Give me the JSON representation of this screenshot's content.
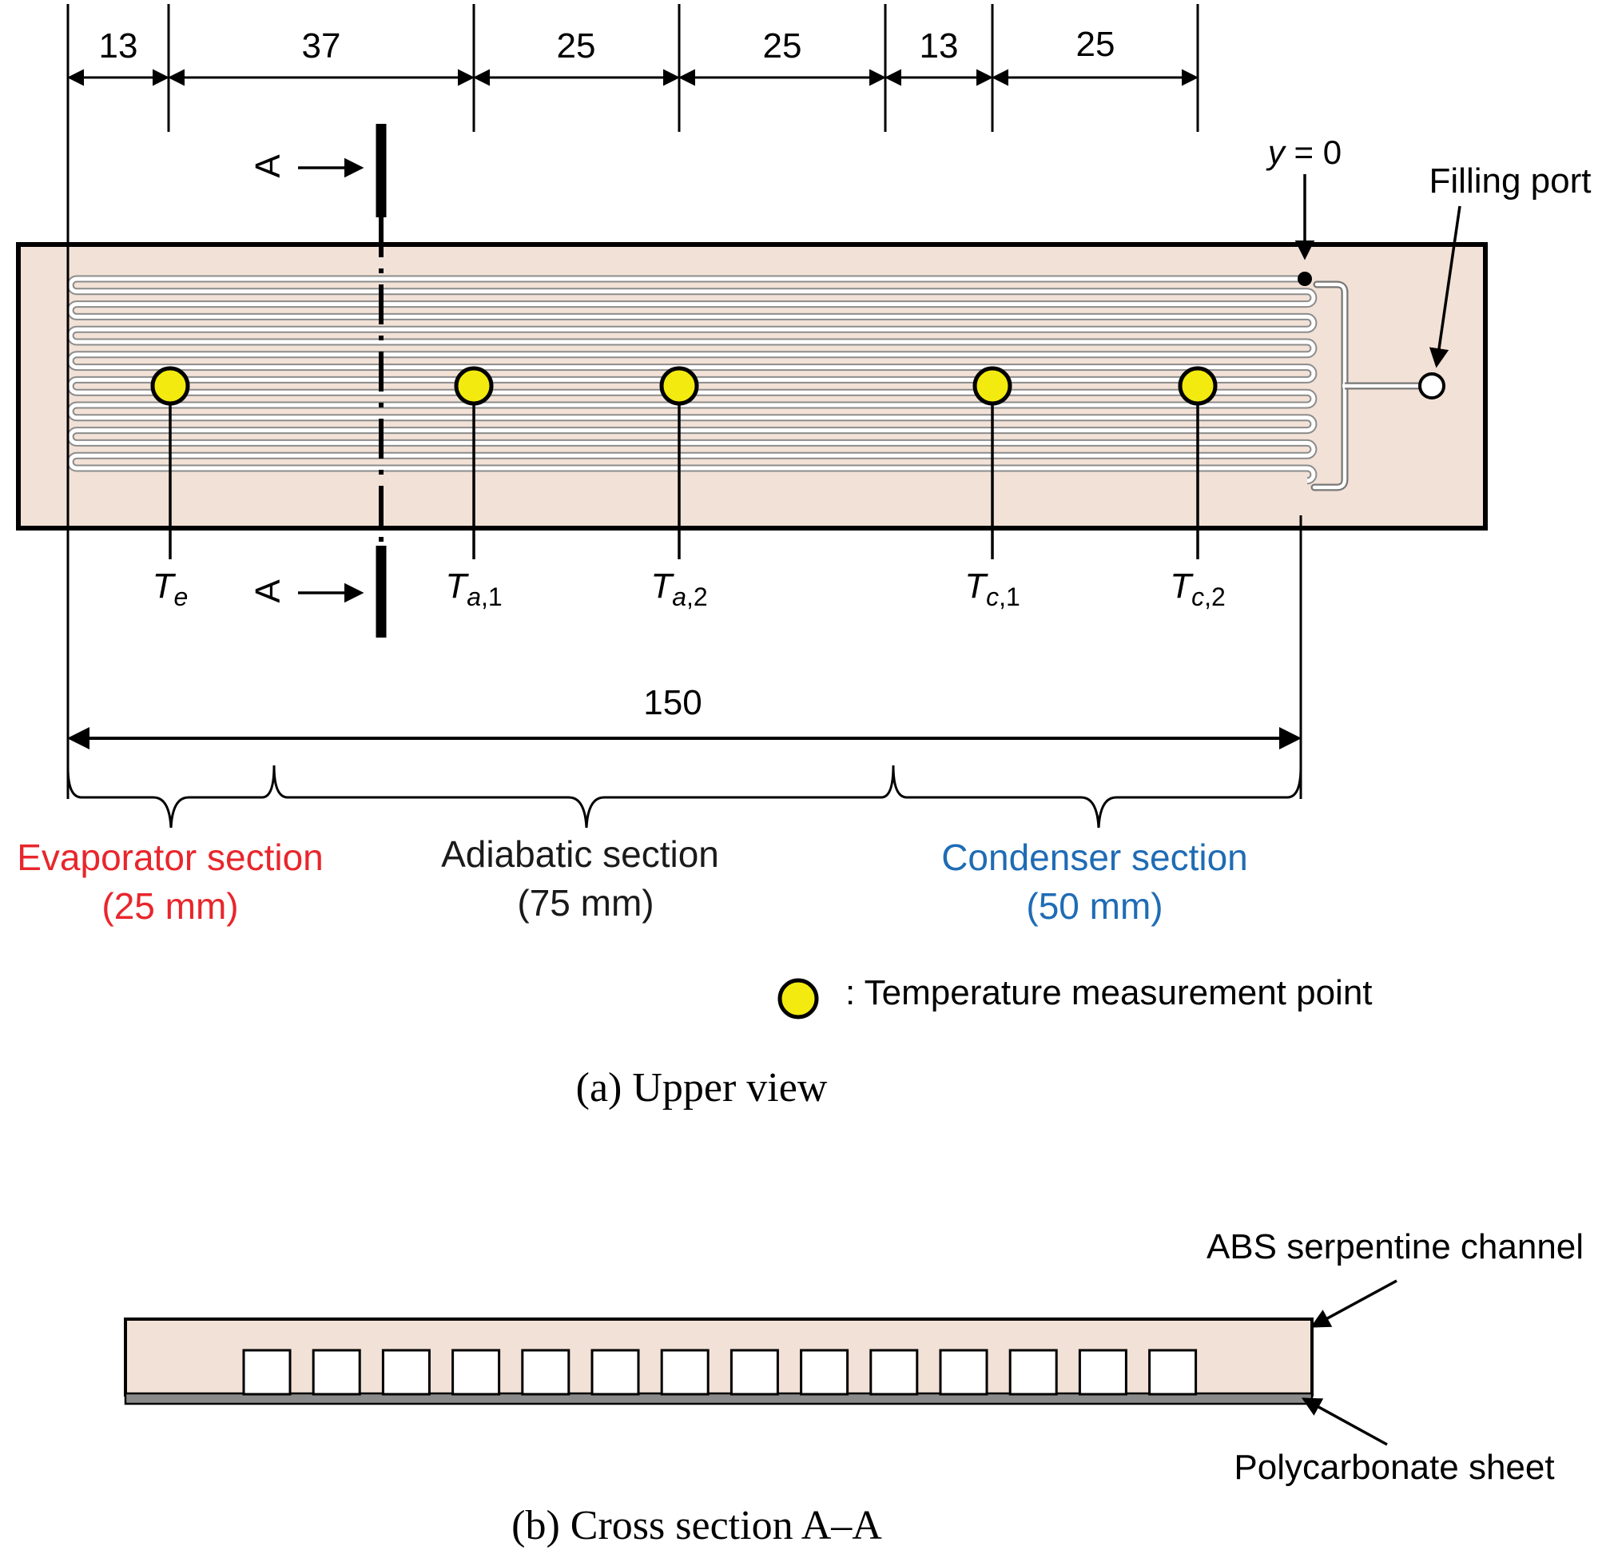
{
  "dimensions": {
    "top": [
      "13",
      "37",
      "25",
      "25",
      "13",
      "25"
    ],
    "total": "150"
  },
  "section_cut_label": "A",
  "origin_label": {
    "var": "y",
    "rest": " = 0"
  },
  "filling_port": "Filling port",
  "sensors": [
    {
      "main": "T",
      "sub": "e"
    },
    {
      "main": "T",
      "sub": "a",
      "subn": ",1"
    },
    {
      "main": "T",
      "sub": "a",
      "subn": ",2"
    },
    {
      "main": "T",
      "sub": "c",
      "subn": ",1"
    },
    {
      "main": "T",
      "sub": "c",
      "subn": ",2"
    }
  ],
  "sections": [
    {
      "name": "Evaporator section",
      "length": "(25 mm)",
      "color": "#e8262c"
    },
    {
      "name": "Adiabatic section",
      "length": "(75 mm)",
      "color": "#1a1a1a"
    },
    {
      "name": "Condenser section",
      "length": "(50 mm)",
      "color": "#1f6cb5"
    }
  ],
  "legend": ": Temperature measurement point",
  "caption_a": "(a) Upper view",
  "caption_b": "(b) Cross section A–A",
  "abs_label": "ABS serpentine channel",
  "pc_label": "Polycarbonate sheet",
  "colors": {
    "plate_fill": "#f2e1d6",
    "sensor_fill": "#f3ea0f",
    "line": "#000000"
  }
}
